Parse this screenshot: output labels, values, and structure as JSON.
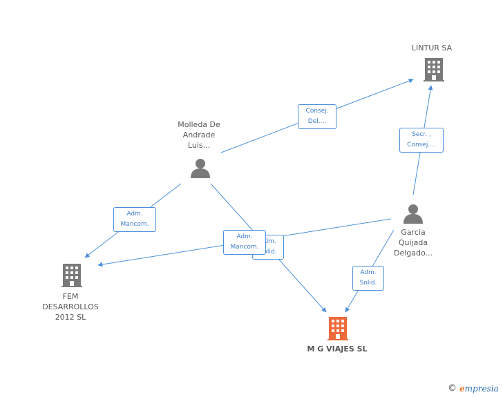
{
  "colors": {
    "edge": "#4a8fdc",
    "company_icon": "#7a7a7a",
    "person_icon": "#7a7a7a",
    "focus_company_icon": "#f06a3c"
  },
  "nodes": {
    "lintur": {
      "label": "LINTUR SA",
      "icon": "building-icon"
    },
    "molleda": {
      "label": "Molleda De\nAndrade\nLuis...",
      "icon": "person-icon"
    },
    "garcia": {
      "label": "Garcia\nQuijada\nDelgado...",
      "icon": "person-icon"
    },
    "fem": {
      "label": "FEM\nDESARROLLOS\n2012 SL",
      "icon": "building-icon"
    },
    "mgviajes": {
      "label": "M G VIAJES SL",
      "icon": "building-icon"
    }
  },
  "edges": {
    "molleda_lintur": "Consej.\nDel....",
    "garcia_lintur": "Secr. ,\nConsej....",
    "molleda_fem": "Adm.\nMancom.",
    "garcia_fem": "Adm.\nMancom.",
    "molleda_mgviajes": "Adm.\nSolid.",
    "garcia_mgviajes": "Adm.\nSolid."
  },
  "footer": {
    "copyright": "©",
    "brand_e": "e",
    "brand_rest": "mpresia"
  }
}
